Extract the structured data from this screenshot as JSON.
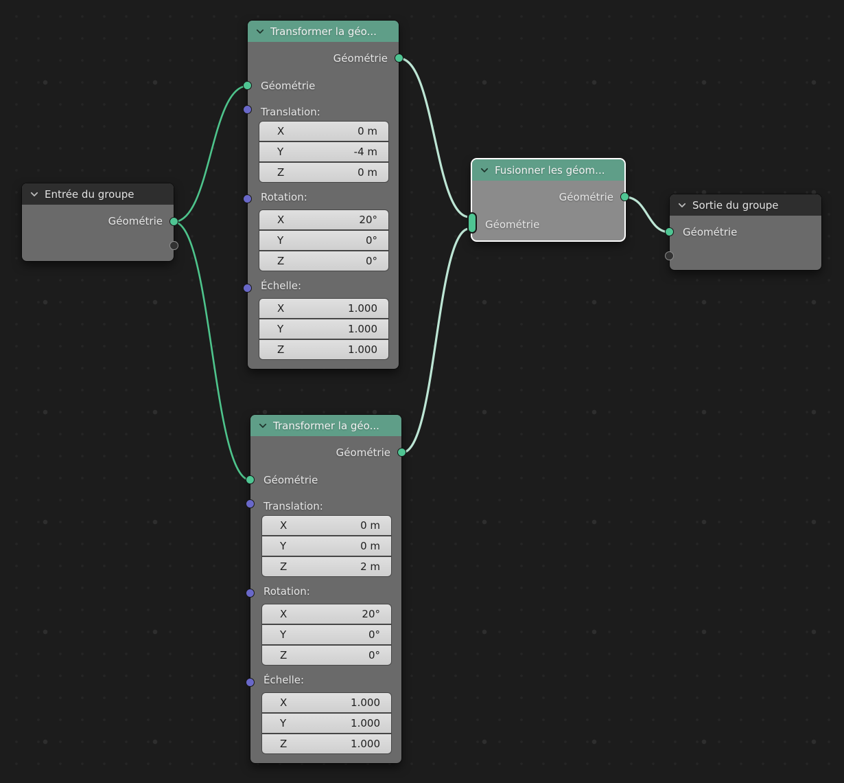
{
  "editor": {
    "type_label": "geometry-node-editor",
    "background_color": "#1c1c1c",
    "grid_dot_color": "#262626"
  },
  "colors": {
    "header_teal": "#5f9e88",
    "header_dark": "#2e2e2e",
    "node_body": "#6a6a6a",
    "node_body_selected": "#8b8b8b",
    "selection_outline": "#ffffff",
    "socket_geometry": "#4fc593",
    "socket_vector": "#6968c9",
    "wire_green": "#4ec48c",
    "wire_mint": "#bde6d5",
    "field_bg": "#d8d8d8",
    "field_text": "#1e1e1e"
  },
  "nodes": {
    "group_input": {
      "title": "Entrée du groupe",
      "output_label": "Géométrie"
    },
    "transform_top": {
      "title": "Transformer la géo...",
      "output_label": "Géométrie",
      "input_geometry_label": "Géométrie",
      "translation": {
        "label": "Translation:",
        "x": {
          "axis": "X",
          "value": "0 m"
        },
        "y": {
          "axis": "Y",
          "value": "-4 m"
        },
        "z": {
          "axis": "Z",
          "value": "0 m"
        }
      },
      "rotation": {
        "label": "Rotation:",
        "x": {
          "axis": "X",
          "value": "20°"
        },
        "y": {
          "axis": "Y",
          "value": "0°"
        },
        "z": {
          "axis": "Z",
          "value": "0°"
        }
      },
      "scale": {
        "label": "Échelle:",
        "x": {
          "axis": "X",
          "value": "1.000"
        },
        "y": {
          "axis": "Y",
          "value": "1.000"
        },
        "z": {
          "axis": "Z",
          "value": "1.000"
        }
      }
    },
    "transform_bottom": {
      "title": "Transformer la géo...",
      "output_label": "Géométrie",
      "input_geometry_label": "Géométrie",
      "translation": {
        "label": "Translation:",
        "x": {
          "axis": "X",
          "value": "0 m"
        },
        "y": {
          "axis": "Y",
          "value": "0 m"
        },
        "z": {
          "axis": "Z",
          "value": "2 m"
        }
      },
      "rotation": {
        "label": "Rotation:",
        "x": {
          "axis": "X",
          "value": "20°"
        },
        "y": {
          "axis": "Y",
          "value": "0°"
        },
        "z": {
          "axis": "Z",
          "value": "0°"
        }
      },
      "scale": {
        "label": "Échelle:",
        "x": {
          "axis": "X",
          "value": "1.000"
        },
        "y": {
          "axis": "Y",
          "value": "1.000"
        },
        "z": {
          "axis": "Z",
          "value": "1.000"
        }
      }
    },
    "join": {
      "title": "Fusionner les géom...",
      "output_label": "Géométrie",
      "input_label": "Géométrie",
      "selected": "true"
    },
    "group_output": {
      "title": "Sortie du groupe",
      "input_label": "Géométrie"
    }
  },
  "wires": [
    {
      "from": "group_input / Géométrie",
      "to": "transform_top / Géométrie",
      "style": "green"
    },
    {
      "from": "group_input / Géométrie",
      "to": "transform_bottom / Géométrie",
      "style": "green"
    },
    {
      "from": "transform_top / Géométrie",
      "to": "join / Géométrie (multi)",
      "style": "mint"
    },
    {
      "from": "transform_bottom / Géométrie",
      "to": "join / Géométrie (multi)",
      "style": "mint"
    },
    {
      "from": "join / Géométrie",
      "to": "group_output / Géométrie",
      "style": "mint"
    }
  ]
}
